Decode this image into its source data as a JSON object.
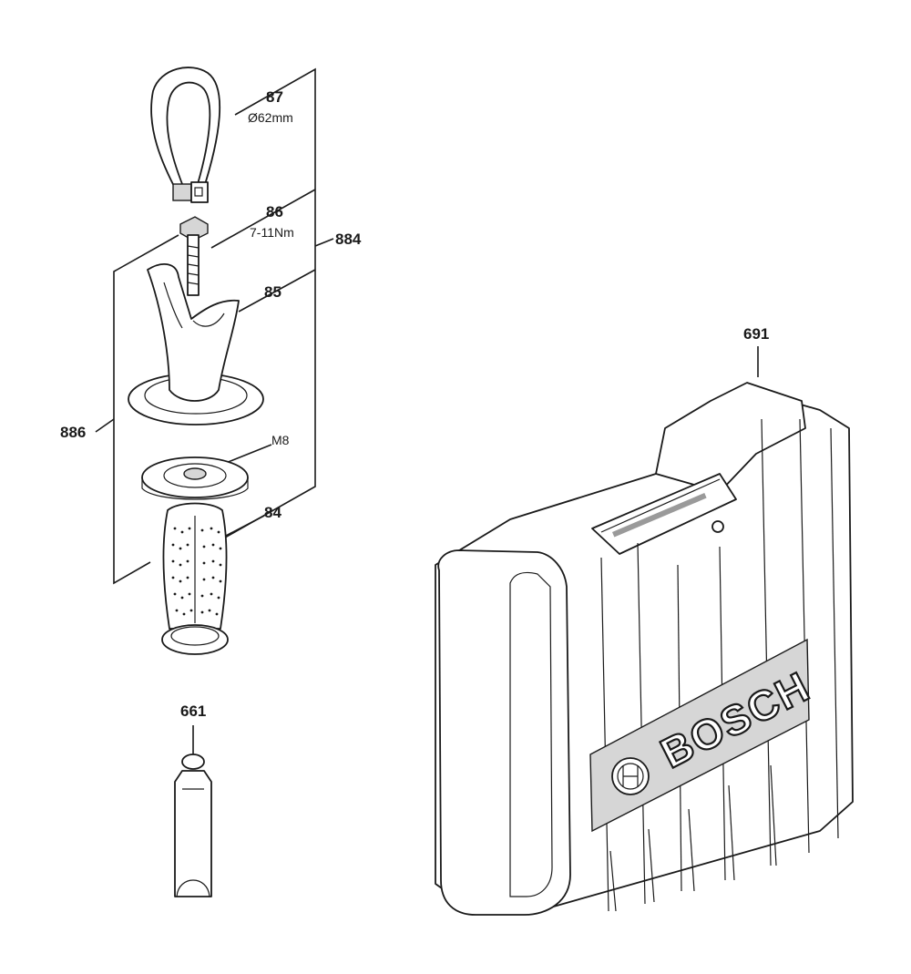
{
  "parts": {
    "strap": {
      "number": "87",
      "spec": "Ø62mm"
    },
    "bolt": {
      "number": "86",
      "spec": "7-11Nm"
    },
    "assembly_outer": {
      "number": "884"
    },
    "handle_head": {
      "number": "85"
    },
    "assembly_inner": {
      "number": "886"
    },
    "nut": {
      "spec": "M8"
    },
    "grip": {
      "number": "84"
    },
    "grease_tube": {
      "number": "661"
    },
    "carrying_case": {
      "number": "691",
      "brand": "BOSCH"
    }
  }
}
